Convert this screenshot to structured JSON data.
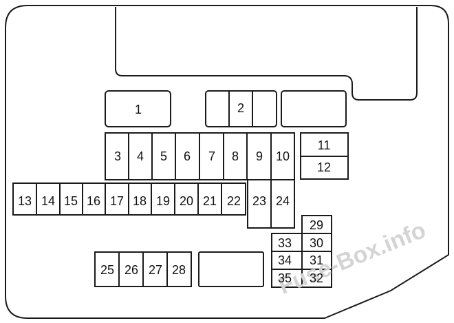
{
  "colors": {
    "stroke": "#1a1a1a",
    "background": "#ffffff",
    "watermark": "#d4d4d4"
  },
  "fuses": {
    "f1": "1",
    "f2": "2",
    "f3": "3",
    "f4": "4",
    "f5": "5",
    "f6": "6",
    "f7": "7",
    "f8": "8",
    "f9": "9",
    "f10": "10",
    "f11": "11",
    "f12": "12",
    "f13": "13",
    "f14": "14",
    "f15": "15",
    "f16": "16",
    "f17": "17",
    "f18": "18",
    "f19": "19",
    "f20": "20",
    "f21": "21",
    "f22": "22",
    "f23": "23",
    "f24": "24",
    "f25": "25",
    "f26": "26",
    "f27": "27",
    "f28": "28",
    "f29": "29",
    "f30": "30",
    "f31": "31",
    "f32": "32",
    "f33": "33",
    "f34": "34",
    "f35": "35"
  },
  "watermark": "Fuse-Box.info"
}
